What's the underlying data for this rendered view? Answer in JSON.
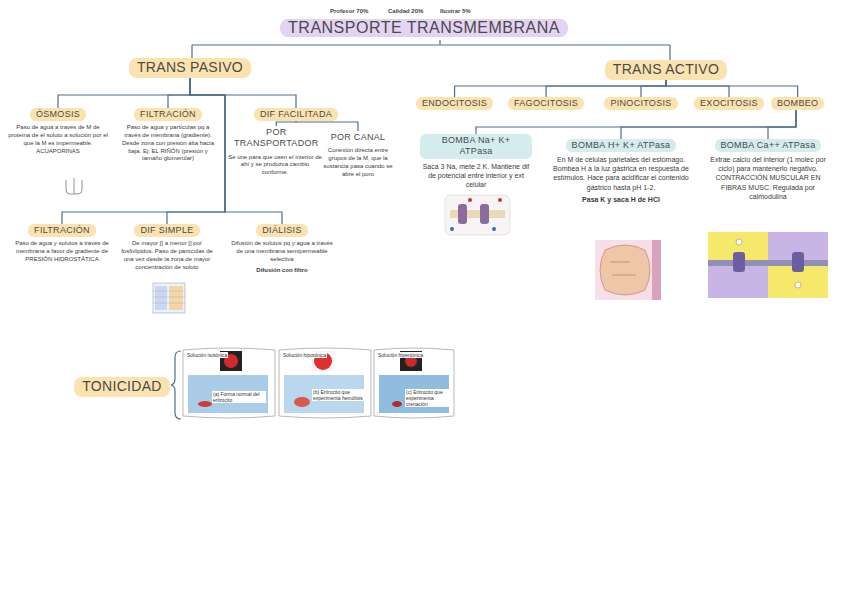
{
  "diagram": {
    "title": "TRANSPORTE TRANSMEMBRANA",
    "nodes": [
      {
        "text": [
          "TRANS PASIVO"
        ]
      },
      {
        "text": [
          "TRANS ACTIVO"
        ]
      },
      {
        "text": [
          "ÓSMOSIS",
          "Paso de agua a través de M de proteína de el soluto a solución por el que la M es impermeable. ACUAPORINAS"
        ]
      },
      {
        "text": [
          "FILTRACIÓN",
          "Paso de agua y partículas pq a través de membrana (gradiente). Desde zona con presión alta hacia baja. Ej: EL RIÑÓN (presión y tamaño glomerular)"
        ]
      },
      {
        "text": [
          "DIF FACILITADA"
        ]
      },
      {
        "text": [
          "POR TRANSPORTADOR",
          "Se une para que usen el interior de ahí y se produzca cambio conforme."
        ]
      },
      {
        "text": [
          "POR CANAL",
          "Conexión directa entre grupos de la M, que la sustancia pasa cuando se abre el poro"
        ]
      },
      {
        "text": [
          "FILTRACIÓN",
          "Paso de agua y solutos a través de membrana a favor de gradiente de PRESIÓN HIDROSTÁTICA"
        ]
      },
      {
        "text": [
          "DIF SIMPLE",
          "De mayor [] a menor [] por fosfolípidos. Paso de partículas de una vez desde la zona de mayor concentración de soluto"
        ]
      },
      {
        "text": [
          "DIÁLISIS",
          "Difusión de solutos pq y agua a través de una membrana semipermeable selectiva",
          "Difusión con filtro"
        ]
      },
      {
        "text": [
          "ENDOCITOSIS"
        ]
      },
      {
        "text": [
          "FAGOCITOSIS"
        ]
      },
      {
        "text": [
          "PINOCITOSIS"
        ]
      },
      {
        "text": [
          "EXOCITOSIS"
        ]
      },
      {
        "text": [
          "BOMBEO"
        ]
      },
      {
        "text": [
          "BOMBA Na+ K+ ATPasa",
          "Saca 3 Na, mete 2 K. Mantiene dif de potencial entre interior y ext celular"
        ]
      },
      {
        "text": [
          "BOMBA H+ K+ ATPasa",
          "En M de células parietales del estómago. Bombea H a la luz gástrica en respuesta de estímulos. Hace para acidificar el contenido gástrico hasta pH 1-2.",
          "Pasa K y saca H de HCl"
        ]
      },
      {
        "text": [
          "BOMBA Ca++ ATPasa",
          "Extrae calcio del interior (1 molec por ciclo) para mantenerlo negativo. CONTRACCIÓN MUSCULAR EN FIBRAS MUSC. Regulada por calmodulina"
        ]
      },
      {
        "text": [
          "TONICIDAD"
        ]
      }
    ],
    "edges": [
      {
        "from": 0,
        "to": 2,
        "arrow": "none"
      },
      {
        "from": 0,
        "to": 3,
        "arrow": "none"
      },
      {
        "from": 0,
        "to": 4,
        "arrow": "none"
      },
      {
        "from": 4,
        "to": 5,
        "arrow": "none"
      },
      {
        "from": 4,
        "to": 6,
        "arrow": "none"
      },
      {
        "from": 0,
        "to": 7,
        "arrow": "none"
      },
      {
        "from": 0,
        "to": 8,
        "arrow": "none"
      },
      {
        "from": 0,
        "to": 9,
        "arrow": "none"
      },
      {
        "from": 1,
        "to": 10,
        "arrow": "none"
      },
      {
        "from": 1,
        "to": 11,
        "arrow": "none"
      },
      {
        "from": 1,
        "to": 12,
        "arrow": "none"
      },
      {
        "from": 1,
        "to": 13,
        "arrow": "none"
      },
      {
        "from": 1,
        "to": 14,
        "arrow": "none"
      },
      {
        "from": 14,
        "to": 15,
        "arrow": "none"
      },
      {
        "from": 14,
        "to": 16,
        "arrow": "none"
      },
      {
        "from": 14,
        "to": 17,
        "arrow": "none"
      }
    ],
    "labels": [
      "Profesor 70%",
      "Calidad 20%",
      "Ilustrar 5%",
      "Solución isotónica",
      "(a) Forma normal del eritrocito",
      "Solución hipotónica",
      "(b) Eritrocito que experimenta hemólisis",
      "Solución hipertónica",
      "(c) Eritrocito que experimenta crenación"
    ]
  }
}
